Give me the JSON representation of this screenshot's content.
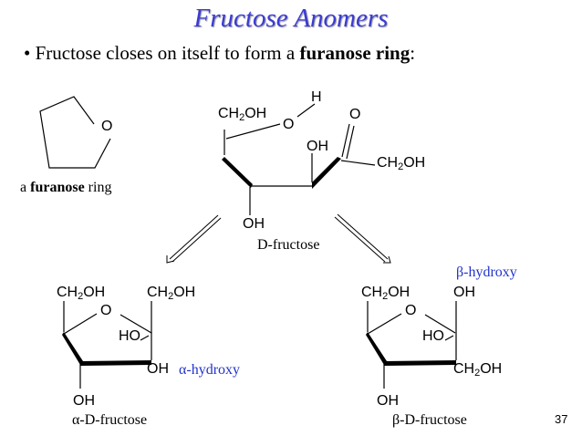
{
  "title": "Fructose Anomers",
  "bullet": {
    "marker": "•",
    "text_before": "Fructose closes on itself to form a ",
    "emphasis": "furanose ring",
    "text_after": ":"
  },
  "furanose_example": {
    "ring_atom": "O",
    "caption_prefix": "a ",
    "caption_bold": "furanose",
    "caption_suffix": " ring"
  },
  "open_chain": {
    "ch2oh_top": {
      "main": "CH",
      "sub": "2",
      "rest": "OH"
    },
    "ring_o": "O",
    "hydrogen": "H",
    "carbonyl_o": "O",
    "oh_c3": "OH",
    "ch2oh_right": {
      "main": "CH",
      "sub": "2",
      "rest": "OH"
    },
    "oh_bottom": "OH",
    "name": "D-fructose"
  },
  "alpha": {
    "ch2oh_left": {
      "main": "CH",
      "sub": "2",
      "rest": "OH"
    },
    "ch2oh_right": {
      "main": "CH",
      "sub": "2",
      "rest": "OH"
    },
    "ring_o": "O",
    "ho": "HO",
    "oh_c2": "OH",
    "oh_bottom": "OH",
    "hydroxy_label": "α-hydroxy",
    "name": "α-D-fructose"
  },
  "beta": {
    "ch2oh_left": {
      "main": "CH",
      "sub": "2",
      "rest": "OH"
    },
    "oh_c2": "OH",
    "ring_o": "O",
    "ho": "HO",
    "ch2oh_right": {
      "main": "CH",
      "sub": "2",
      "rest": "OH"
    },
    "oh_bottom": "OH",
    "hydroxy_label": "β-hydroxy",
    "name": "β-D-fructose"
  },
  "page_number": "37"
}
